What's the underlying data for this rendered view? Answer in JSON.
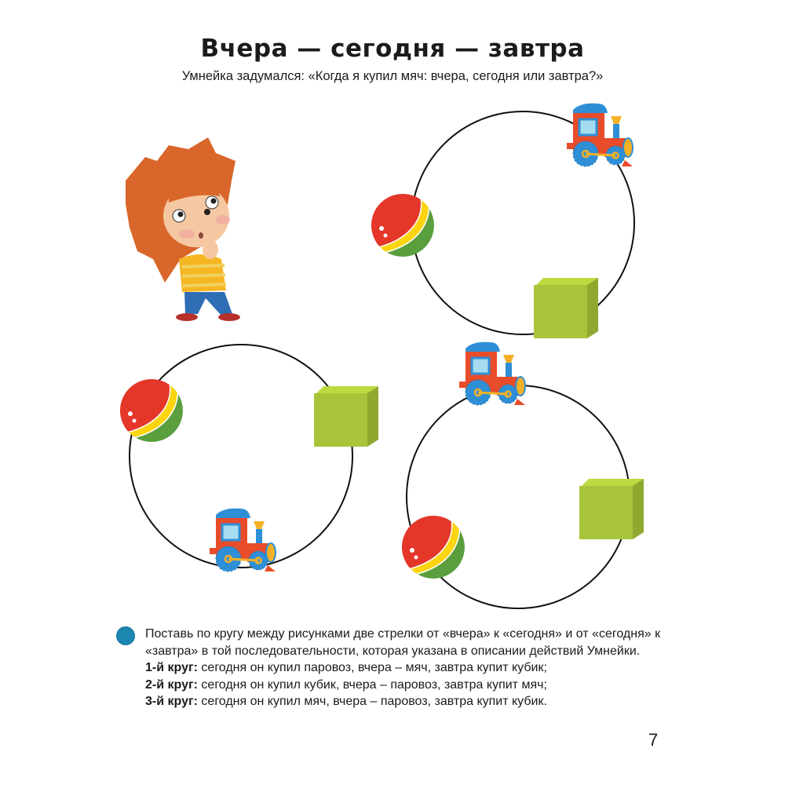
{
  "page": {
    "title": "Вчера — сегодня — завтра",
    "subtitle": "Умнейка задумался: «Когда я купил мяч: вчера, сегодня или завтра?»",
    "page_number": "7"
  },
  "character": {
    "name": "Умнейка",
    "icon": "hedgehog-boy-thinking"
  },
  "circles": [
    {
      "id": 1,
      "items": [
        {
          "type": "ball",
          "position": "left"
        },
        {
          "type": "train",
          "position": "top-right"
        },
        {
          "type": "cube",
          "position": "bottom-right"
        }
      ]
    },
    {
      "id": 2,
      "items": [
        {
          "type": "ball",
          "position": "top-left"
        },
        {
          "type": "cube",
          "position": "right"
        },
        {
          "type": "train",
          "position": "bottom"
        }
      ]
    },
    {
      "id": 3,
      "items": [
        {
          "type": "train",
          "position": "top"
        },
        {
          "type": "cube",
          "position": "right"
        },
        {
          "type": "ball",
          "position": "bottom-left"
        }
      ]
    }
  ],
  "task": {
    "bullet_color": "#1b86b0",
    "instruction": "Поставь по кругу между рисунками две стрелки от «вчера» к «сегодня» и от «сегодня» к «завтра» в той последовательности, которая указана в описании действий Умнейки.",
    "rounds": [
      {
        "label": "1-й круг:",
        "text": " сегодня он купил паровоз, вчера – мяч, завтра купит кубик;"
      },
      {
        "label": "2-й круг:",
        "text": " сегодня он купил кубик, вчера – паровоз, завтра купит мяч;"
      },
      {
        "label": "3-й круг:",
        "text": " сегодня он купил мяч, вчера – паровоз, завтра купит кубик."
      }
    ]
  },
  "colors": {
    "ball_red": "#e5362a",
    "ball_yellow": "#fcd410",
    "ball_green": "#5a9e3e",
    "cube_front": "#a8c43a",
    "cube_top": "#bcd940",
    "cube_side": "#8fa930",
    "train_body": "#e84c2a",
    "train_blue": "#2f8fd6",
    "train_yellow": "#f4b125",
    "hair": "#d9662a"
  }
}
